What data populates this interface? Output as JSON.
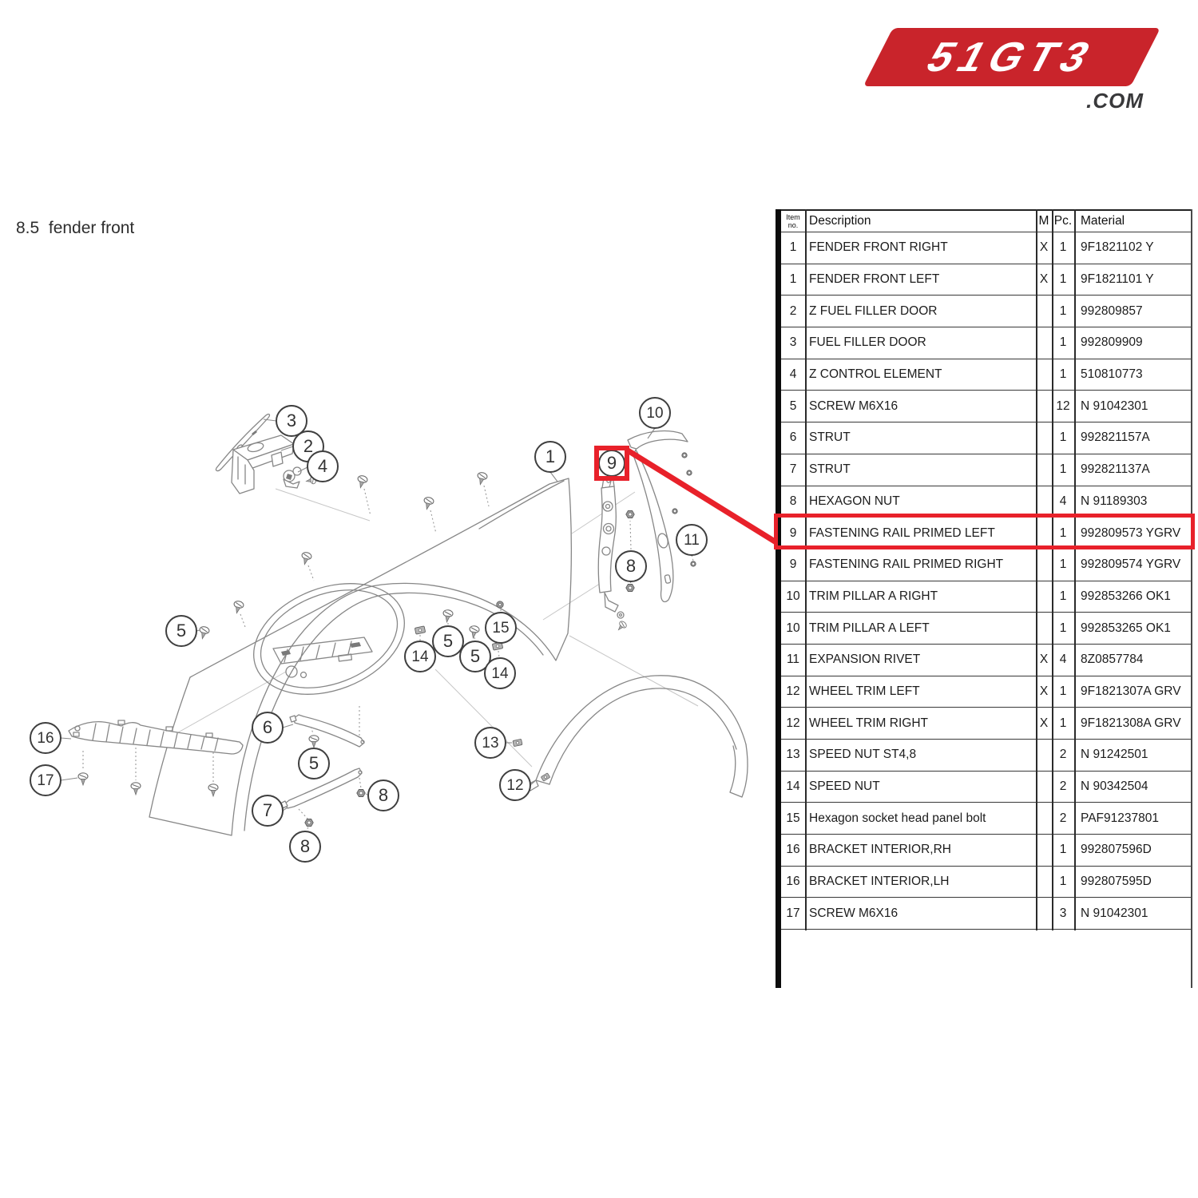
{
  "page": {
    "section_title": "8.5  fender front"
  },
  "logo": {
    "text": "51GT3",
    "tld": ".COM",
    "brand_red": "#c9242b"
  },
  "accents": {
    "highlight_red": "#e8212a"
  },
  "table": {
    "headers": {
      "item": "Item no.",
      "description": "Description",
      "m": "M",
      "pc": "Pc.",
      "material": "Material"
    },
    "rows": [
      {
        "item": "1",
        "description": "FENDER FRONT RIGHT",
        "m": "X",
        "pc": "1",
        "material": "9F1821102 Y",
        "highlight": false
      },
      {
        "item": "1",
        "description": "FENDER FRONT LEFT",
        "m": "X",
        "pc": "1",
        "material": "9F1821101 Y",
        "highlight": false
      },
      {
        "item": "2",
        "description": "Z FUEL FILLER DOOR",
        "m": "",
        "pc": "1",
        "material": "992809857",
        "highlight": false
      },
      {
        "item": "3",
        "description": "FUEL FILLER DOOR",
        "m": "",
        "pc": "1",
        "material": "992809909",
        "highlight": false
      },
      {
        "item": "4",
        "description": "Z CONTROL ELEMENT",
        "m": "",
        "pc": "1",
        "material": "510810773",
        "highlight": false
      },
      {
        "item": "5",
        "description": "SCREW M6X16",
        "m": "",
        "pc": "12",
        "material": "N 91042301",
        "highlight": false
      },
      {
        "item": "6",
        "description": "STRUT",
        "m": "",
        "pc": "1",
        "material": "992821157A",
        "highlight": false
      },
      {
        "item": "7",
        "description": "STRUT",
        "m": "",
        "pc": "1",
        "material": "992821137A",
        "highlight": false
      },
      {
        "item": "8",
        "description": "HEXAGON NUT",
        "m": "",
        "pc": "4",
        "material": "N 91189303",
        "highlight": false
      },
      {
        "item": "9",
        "description": "FASTENING RAIL PRIMED LEFT",
        "m": "",
        "pc": "1",
        "material": "992809573 YGRV",
        "highlight": true
      },
      {
        "item": "9",
        "description": "FASTENING RAIL PRIMED RIGHT",
        "m": "",
        "pc": "1",
        "material": "992809574 YGRV",
        "highlight": false
      },
      {
        "item": "10",
        "description": "TRIM PILLAR A RIGHT",
        "m": "",
        "pc": "1",
        "material": "992853266 OK1",
        "highlight": false
      },
      {
        "item": "10",
        "description": "TRIM PILLAR A LEFT",
        "m": "",
        "pc": "1",
        "material": "992853265 OK1",
        "highlight": false
      },
      {
        "item": "11",
        "description": "EXPANSION RIVET",
        "m": "X",
        "pc": "4",
        "material": "8Z0857784",
        "highlight": false
      },
      {
        "item": "12",
        "description": "WHEEL TRIM LEFT",
        "m": "X",
        "pc": "1",
        "material": "9F1821307A GRV",
        "highlight": false
      },
      {
        "item": "12",
        "description": "WHEEL TRIM RIGHT",
        "m": "X",
        "pc": "1",
        "material": "9F1821308A GRV",
        "highlight": false
      },
      {
        "item": "13",
        "description": "SPEED NUT ST4,8",
        "m": "",
        "pc": "2",
        "material": "N 91242501",
        "highlight": false
      },
      {
        "item": "14",
        "description": "SPEED NUT",
        "m": "",
        "pc": "2",
        "material": "N 90342504",
        "highlight": false
      },
      {
        "item": "15",
        "description": "Hexagon socket head panel bolt",
        "m": "",
        "pc": "2",
        "material": "PAF91237801",
        "highlight": false
      },
      {
        "item": "16",
        "description": "BRACKET INTERIOR,RH",
        "m": "",
        "pc": "1",
        "material": "992807596D",
        "highlight": false
      },
      {
        "item": "16",
        "description": "BRACKET INTERIOR,LH",
        "m": "",
        "pc": "1",
        "material": "992807595D",
        "highlight": false
      },
      {
        "item": "17",
        "description": "SCREW M6X16",
        "m": "",
        "pc": "3",
        "material": "N 91042301",
        "highlight": false
      }
    ]
  },
  "diagram": {
    "callouts": [
      {
        "label": "3"
      },
      {
        "label": "2"
      },
      {
        "label": "4"
      },
      {
        "label": "1"
      },
      {
        "label": "10"
      },
      {
        "label": "9"
      },
      {
        "label": "11"
      },
      {
        "label": "8"
      },
      {
        "label": "5"
      },
      {
        "label": "14"
      },
      {
        "label": "5"
      },
      {
        "label": "5"
      },
      {
        "label": "15"
      },
      {
        "label": "14"
      },
      {
        "label": "6"
      },
      {
        "label": "5"
      },
      {
        "label": "7"
      },
      {
        "label": "8"
      },
      {
        "label": "8"
      },
      {
        "label": "16"
      },
      {
        "label": "17"
      },
      {
        "label": "13"
      },
      {
        "label": "12"
      }
    ]
  }
}
